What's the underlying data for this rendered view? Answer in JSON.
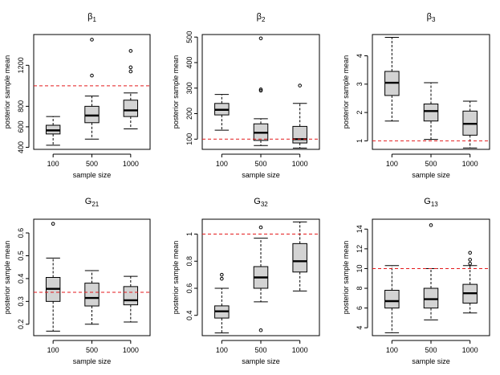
{
  "colors": {
    "box_fill": "#d3d3d3",
    "reference_line": "#e41a1c"
  },
  "chart_data": [
    {
      "type": "boxplot",
      "title_base": "β",
      "title_sub": "1",
      "xlabel": "sample size",
      "ylabel": "posterior sample mean",
      "categories": [
        "100",
        "500",
        "1000"
      ],
      "ylim": [
        380,
        1500
      ],
      "yticks": [
        400,
        600,
        800,
        1200
      ],
      "reference_line": 1000,
      "boxes": [
        {
          "whislo": 420,
          "q1": 530,
          "med": 565,
          "q3": 615,
          "whishi": 700,
          "fliers": []
        },
        {
          "whislo": 480,
          "q1": 640,
          "med": 710,
          "q3": 800,
          "whishi": 900,
          "fliers": [
            1100,
            1450
          ]
        },
        {
          "whislo": 580,
          "q1": 700,
          "med": 760,
          "q3": 860,
          "whishi": 930,
          "fliers": [
            1140,
            1180,
            1340
          ]
        }
      ]
    },
    {
      "type": "boxplot",
      "title_base": "β",
      "title_sub": "2",
      "xlabel": "sample size",
      "ylabel": "posterior sample mean",
      "categories": [
        "100",
        "500",
        "1000"
      ],
      "ylim": [
        60,
        510
      ],
      "yticks": [
        100,
        200,
        300,
        400,
        500
      ],
      "reference_line": 100,
      "boxes": [
        {
          "whislo": 135,
          "q1": 195,
          "med": 215,
          "q3": 240,
          "whishi": 275,
          "fliers": []
        },
        {
          "whislo": 75,
          "q1": 95,
          "med": 125,
          "q3": 160,
          "whishi": 180,
          "fliers": [
            290,
            295,
            495
          ]
        },
        {
          "whislo": 65,
          "q1": 85,
          "med": 100,
          "q3": 150,
          "whishi": 240,
          "fliers": [
            310
          ]
        }
      ]
    },
    {
      "type": "boxplot",
      "title_base": "β",
      "title_sub": "3",
      "xlabel": "sample size",
      "ylabel": "posterior sample mean",
      "categories": [
        "100",
        "500",
        "1000"
      ],
      "ylim": [
        0.7,
        4.75
      ],
      "yticks": [
        1,
        2,
        3,
        4
      ],
      "reference_line": 1,
      "boxes": [
        {
          "whislo": 1.7,
          "q1": 2.6,
          "med": 3.05,
          "q3": 3.45,
          "whishi": 4.65,
          "fliers": []
        },
        {
          "whislo": 1.05,
          "q1": 1.7,
          "med": 2.05,
          "q3": 2.3,
          "whishi": 3.05,
          "fliers": []
        },
        {
          "whislo": 0.75,
          "q1": 1.2,
          "med": 1.6,
          "q3": 2.05,
          "whishi": 2.4,
          "fliers": []
        }
      ]
    },
    {
      "type": "boxplot",
      "title_base": "G",
      "title_sub": "21",
      "xlabel": "sample size",
      "ylabel": "posterior sample mean",
      "categories": [
        "100",
        "500",
        "1000"
      ],
      "ylim": [
        0.15,
        0.66
      ],
      "yticks": [
        0.2,
        0.3,
        0.4,
        0.5,
        0.6
      ],
      "reference_line": 0.34,
      "boxes": [
        {
          "whislo": 0.17,
          "q1": 0.3,
          "med": 0.355,
          "q3": 0.405,
          "whishi": 0.49,
          "fliers": [
            0.64
          ]
        },
        {
          "whislo": 0.2,
          "q1": 0.28,
          "med": 0.315,
          "q3": 0.38,
          "whishi": 0.435,
          "fliers": []
        },
        {
          "whislo": 0.21,
          "q1": 0.285,
          "med": 0.305,
          "q3": 0.365,
          "whishi": 0.41,
          "fliers": []
        }
      ]
    },
    {
      "type": "boxplot",
      "title_base": "G",
      "title_sub": "32",
      "xlabel": "sample size",
      "ylabel": "posterior sample mean",
      "categories": [
        "100",
        "500",
        "1000"
      ],
      "ylim": [
        0.25,
        1.11
      ],
      "yticks": [
        0.4,
        0.6,
        0.8,
        1.0
      ],
      "reference_line": 1.0,
      "boxes": [
        {
          "whislo": 0.27,
          "q1": 0.38,
          "med": 0.43,
          "q3": 0.47,
          "whishi": 0.6,
          "fliers": [
            0.67,
            0.7
          ]
        },
        {
          "whislo": 0.5,
          "q1": 0.6,
          "med": 0.68,
          "q3": 0.76,
          "whishi": 0.97,
          "fliers": [
            0.29,
            1.05
          ]
        },
        {
          "whislo": 0.58,
          "q1": 0.72,
          "med": 0.8,
          "q3": 0.93,
          "whishi": 1.09,
          "fliers": []
        }
      ]
    },
    {
      "type": "boxplot",
      "title_base": "G",
      "title_sub": "13",
      "xlabel": "sample size",
      "ylabel": "posterior sample mean",
      "categories": [
        "100",
        "500",
        "1000"
      ],
      "ylim": [
        3.2,
        15
      ],
      "yticks": [
        4,
        6,
        8,
        10,
        12,
        14
      ],
      "reference_line": 10,
      "boxes": [
        {
          "whislo": 3.5,
          "q1": 6.0,
          "med": 6.7,
          "q3": 7.8,
          "whishi": 10.3,
          "fliers": []
        },
        {
          "whislo": 4.8,
          "q1": 6.0,
          "med": 6.9,
          "q3": 8.0,
          "whishi": 10.0,
          "fliers": [
            14.4
          ]
        },
        {
          "whislo": 5.5,
          "q1": 6.5,
          "med": 7.5,
          "q3": 8.4,
          "whishi": 10.3,
          "fliers": [
            10.5,
            10.9,
            11.6
          ]
        }
      ]
    }
  ]
}
